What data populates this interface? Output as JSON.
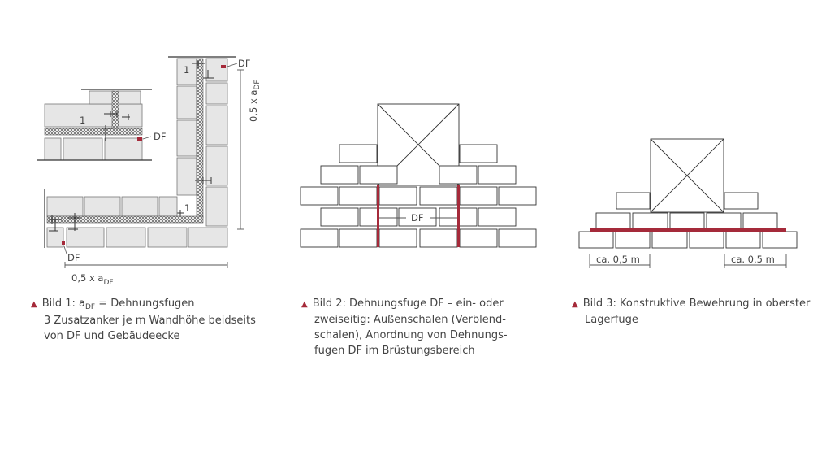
{
  "figures": [
    {
      "id": "bild1",
      "labels": {
        "df_top": "DF",
        "df_mid": "DF",
        "df_bottom": "DF",
        "anchor_1a": "1",
        "anchor_1b": "1",
        "anchor_1c": "1",
        "dim_vertical_prefix": "0,5 x a",
        "dim_vertical_sub": "DF",
        "dim_horizontal_prefix": "0,5 x a",
        "dim_horizontal_sub": "DF"
      },
      "caption": {
        "prefix": "Bild 1: a",
        "sub": "DF",
        "suffix": " = Dehnungsfugen",
        "line2": "3 Zusatzanker je m Wandhöhe beidseits",
        "line3": "von DF und Gebäudeecke"
      }
    },
    {
      "id": "bild2",
      "labels": {
        "df": "DF"
      },
      "caption": {
        "line1": "Bild 2: Dehnungsfuge DF – ein- oder",
        "line2": "zweiseitig: Außenschalen (Verblend-",
        "line3": "schalen), Anordnung von Dehnungs-",
        "line4": "fugen DF im Brüstungsbereich"
      }
    },
    {
      "id": "bild3",
      "labels": {
        "dim_left": "ca. 0,5 m",
        "dim_right": "ca. 0,5 m"
      },
      "caption": {
        "line1": "Bild 3: Konstruktive Bewehrung in oberster",
        "line2": "Lagerfuge"
      }
    }
  ],
  "colors": {
    "accent": "#a52a3a",
    "line": "#333333",
    "brick_fill": "#e6e6e6"
  }
}
